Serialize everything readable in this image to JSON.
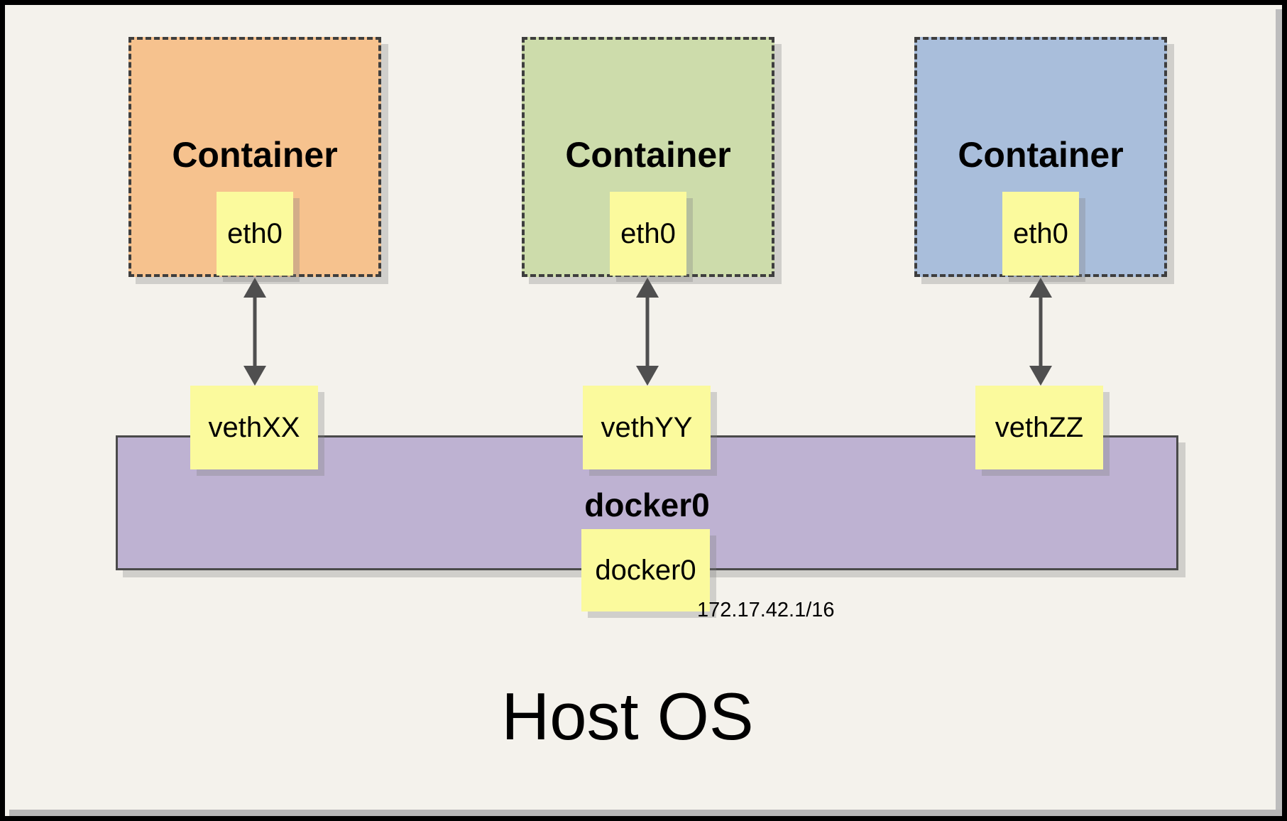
{
  "diagram": {
    "containers": [
      {
        "label": "Container",
        "eth_label": "eth0",
        "veth_label": "vethXX",
        "fill": "#F6C28E"
      },
      {
        "label": "Container",
        "eth_label": "eth0",
        "veth_label": "vethYY",
        "fill": "#CDDCAB"
      },
      {
        "label": "Container",
        "eth_label": "eth0",
        "veth_label": "vethZZ",
        "fill": "#A9BEDB"
      }
    ],
    "bridge": {
      "label": "docker0",
      "interface_label": "docker0",
      "ip": "172.17.42.1/16",
      "fill": "#BEB2D2"
    },
    "host_label": "Host OS"
  },
  "colors": {
    "canvas": "#F4F2EC",
    "frame_border": "#000000",
    "note_fill": "#FBFA9D",
    "dashed_border": "#3E3E3E",
    "arrow": "#4F4F4F"
  }
}
